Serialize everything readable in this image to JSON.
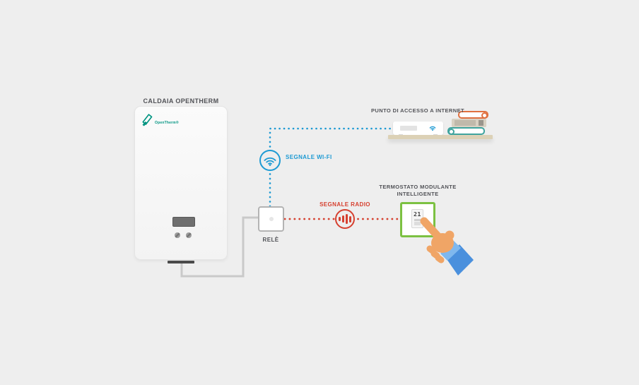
{
  "colors": {
    "background": "#eeeeee",
    "accent-blue": "#1d9ad3",
    "accent-red": "#d6402f",
    "accent-green": "#7cc142",
    "text-dark": "#515257",
    "logo-teal": "#009481",
    "line-gray": "#c9c9c9",
    "shelf-tan": "#dcd1b6",
    "book-orange": "#e0703f",
    "book-teal": "#3fa49e",
    "skin": "#f0a566",
    "sleeve-light": "#7fb8ee",
    "sleeve-dark": "#4a90dd"
  },
  "diagram": {
    "boiler": {
      "title": "CALDAIA OPENTHERM",
      "logo_text": "OpenTherm®"
    },
    "relay": {
      "label": "RELÈ"
    },
    "wifi_link": {
      "label": "SEGNALE WI-FI",
      "icon": "wifi-icon"
    },
    "radio_link": {
      "label": "SEGNALE RADIO",
      "icon": "radio-signal-icon"
    },
    "router": {
      "label": "PUNTO DI ACCESSO A INTERNET",
      "icon": "wifi-led-icon"
    },
    "thermostat": {
      "label_line1": "TERMOSTATO MODULANTE",
      "label_line2": "INTELLIGENTE",
      "display_value": "21"
    }
  }
}
